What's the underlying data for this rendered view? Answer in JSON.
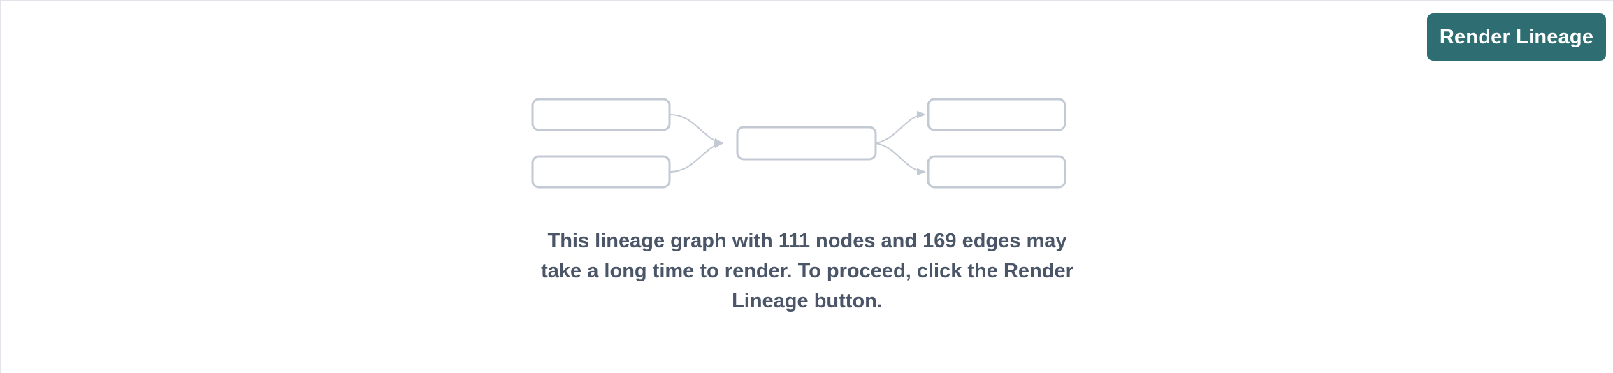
{
  "panel": {
    "background_color": "#ffffff",
    "border_color": "#e2e4e9"
  },
  "toolbar": {
    "render_button_label": "Render Lineage",
    "render_button_color": "#2e6e73",
    "render_button_text_color": "#ffffff"
  },
  "lineage_placeholder": {
    "node_border_color": "#c3cad4",
    "edge_color": "#c3cad4",
    "nodes": [
      {
        "id": "source-1",
        "column": "left",
        "row": 1,
        "label": ""
      },
      {
        "id": "source-2",
        "column": "left",
        "row": 2,
        "label": ""
      },
      {
        "id": "center-1",
        "column": "center",
        "row": 1,
        "label": ""
      },
      {
        "id": "target-1",
        "column": "right",
        "row": 1,
        "label": ""
      },
      {
        "id": "target-2",
        "column": "right",
        "row": 2,
        "label": ""
      }
    ],
    "edges": [
      {
        "from": "source-1",
        "to": "center-1"
      },
      {
        "from": "source-2",
        "to": "center-1"
      },
      {
        "from": "center-1",
        "to": "target-1"
      },
      {
        "from": "center-1",
        "to": "target-2"
      }
    ]
  },
  "message": {
    "text": "This lineage graph with 111 nodes and 169 edges may take a long time to render. To proceed, click the Render Lineage button.",
    "node_count": 111,
    "edge_count": 169,
    "text_color": "#4a5568"
  }
}
